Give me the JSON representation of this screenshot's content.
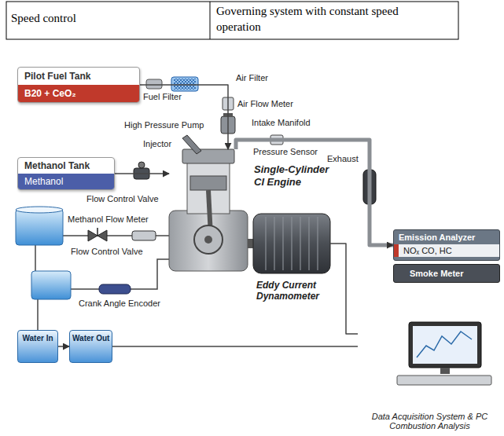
{
  "diagram": {
    "nodes": [
      {
        "text": [
          "Pilot Fuel Tank",
          "B20 + CeO₂"
        ]
      },
      {
        "text": [
          "Methanol Tank",
          "Methanol"
        ]
      },
      {
        "text": [
          "Single-Cylinder CI Engine"
        ]
      },
      {
        "text": [
          "Eddy Current Dynamometer"
        ]
      },
      {
        "text": [
          "Emission Analyzer",
          "NOₓ CO, HC"
        ]
      },
      {
        "text": [
          "Smoke Meter"
        ]
      },
      {
        "text": [
          "Data Acquisition System & PC",
          "Combustion Analysis"
        ]
      },
      {
        "text": [
          "Water In"
        ]
      },
      {
        "text": [
          "Water Out"
        ]
      }
    ],
    "edges": [
      {
        "from": 0,
        "to": 2,
        "arrow": "to"
      },
      {
        "from": 1,
        "to": 2,
        "arrow": "to"
      },
      {
        "from": 2,
        "to": 4,
        "arrow": "to"
      },
      {
        "from": 7,
        "to": 8,
        "arrow": "to"
      },
      {
        "from": 8,
        "to": 6,
        "arrow": "none"
      },
      {
        "from": 3,
        "to": 6,
        "arrow": "none"
      }
    ],
    "labels": [
      "Speed control",
      "Governing system with constant speed operation",
      "Fuel Filter",
      "Air Filter",
      "Air Flow Meter",
      "High Pressure Pump",
      "Injector",
      "Intake Manifold",
      "Pressure Sensor",
      "Exhaust",
      "Flow Control Valve",
      "Methanol Flow Meter",
      "Flow Control Valve",
      "Crank Angle Encoder"
    ]
  }
}
